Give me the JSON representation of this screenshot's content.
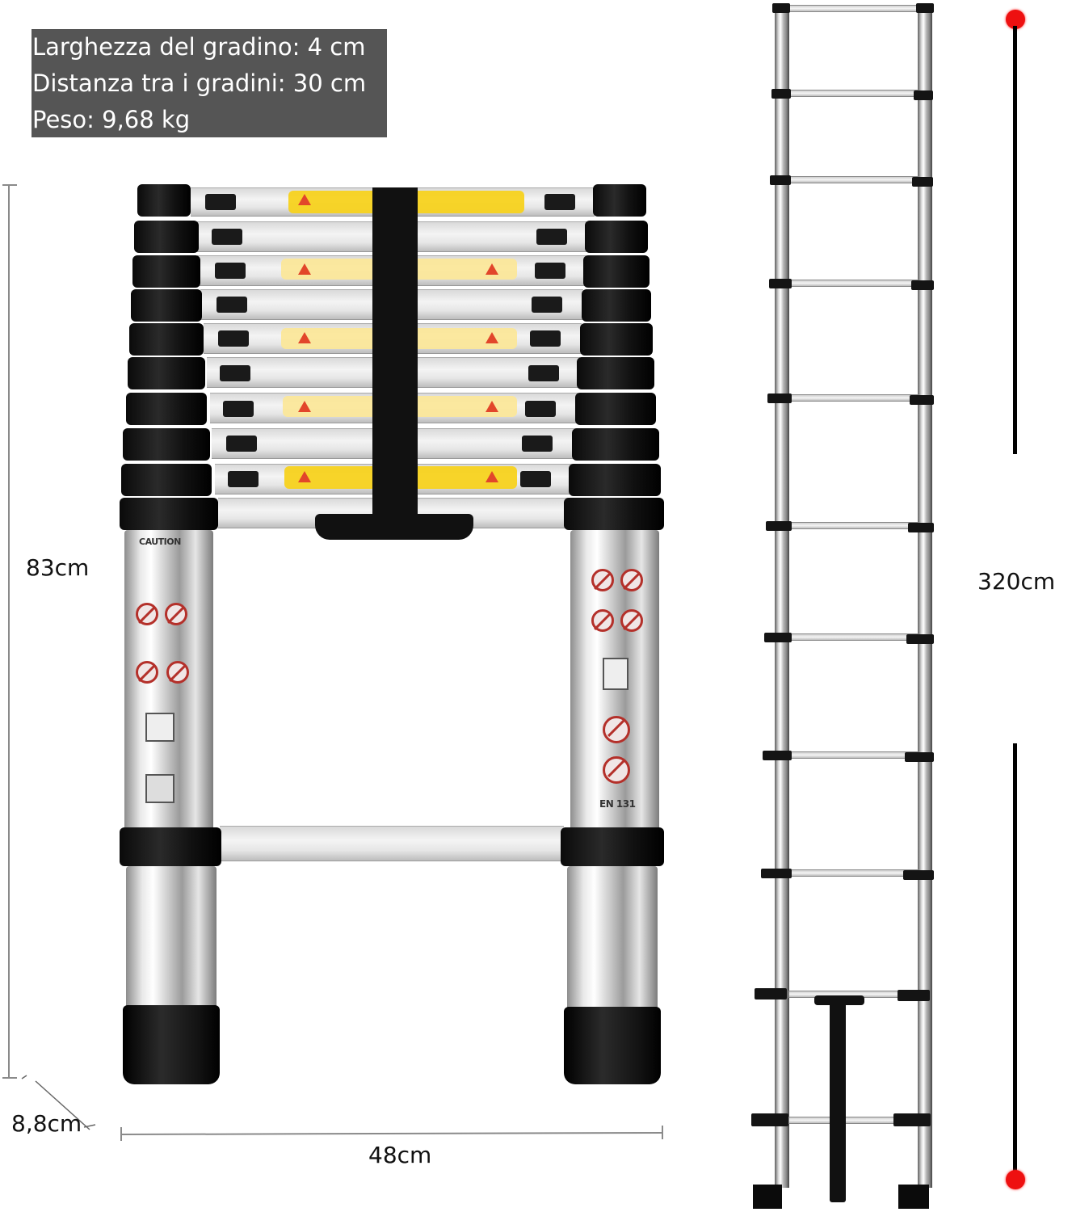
{
  "specs": {
    "step_width": "Larghezza del gradino: 4 cm",
    "step_distance": "Distanza tra i gradini: 30 cm",
    "weight": "Peso: 9,68 kg"
  },
  "dimensions": {
    "folded_height": "83cm",
    "depth": "8,8cm",
    "width": "48cm",
    "extended_height": "320cm"
  },
  "compact_ladder": {
    "rungs_visible": 10,
    "left_label_title": "CAUTION",
    "right_label_standard": "EN 131"
  },
  "extended_ladder": {
    "rungs_visible": 11
  },
  "colors": {
    "spec_box_bg": "#555555",
    "warning_yellow": "#f7d21d",
    "marker_red": "#ee1010",
    "measure_line": "#888888"
  }
}
